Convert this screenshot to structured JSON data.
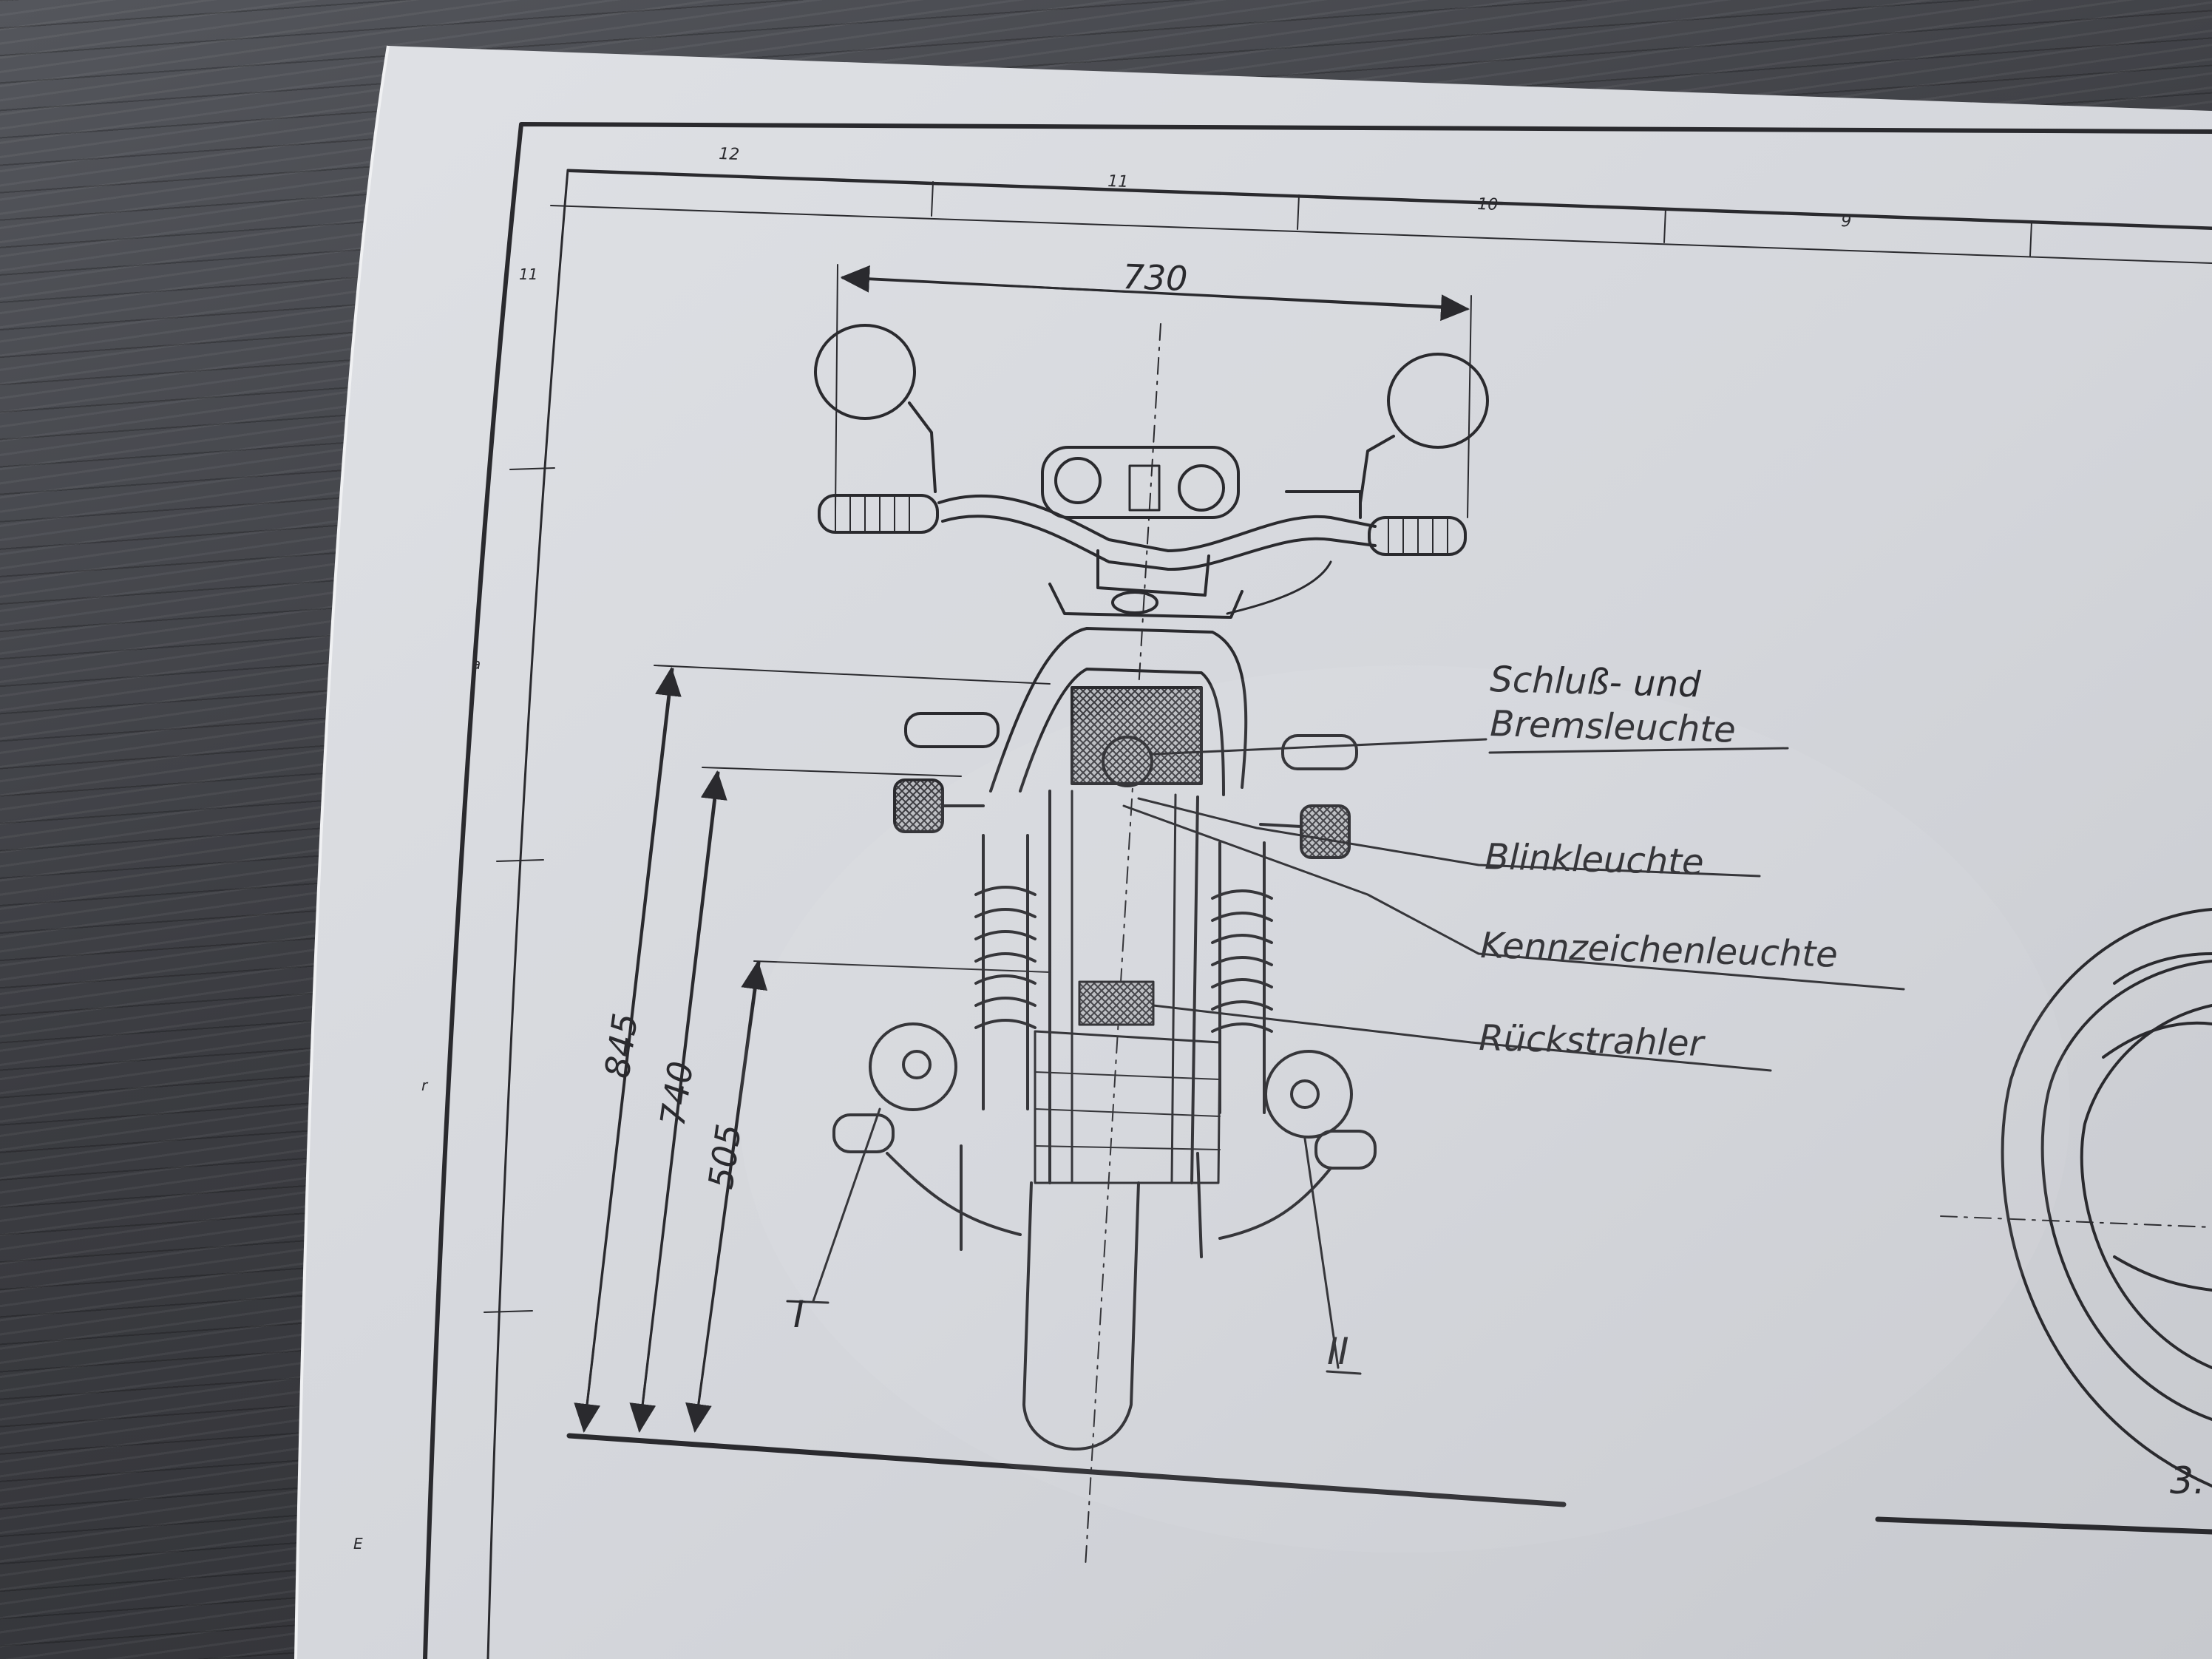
{
  "zone_numbers": [
    "12",
    "11",
    "10",
    "9"
  ],
  "side_marks": [
    "11",
    "a",
    "r",
    "E"
  ],
  "dimensions": {
    "width": "730",
    "height_1": "845",
    "height_2": "740",
    "height_3": "505"
  },
  "labels": {
    "tail_brake_line1": "Schluß- und",
    "tail_brake_line2": "Bremsleuchte",
    "turn_signal": "Blinkleuchte",
    "plate_light": "Kennzeichenleuchte",
    "reflector": "Rückstrahler"
  },
  "views": {
    "view_1": "I",
    "view_2": "II",
    "partial": "3."
  },
  "colors": {
    "paper": "#d6d8dc",
    "ink": "#2a2a2e",
    "table": "#3c3d42"
  }
}
